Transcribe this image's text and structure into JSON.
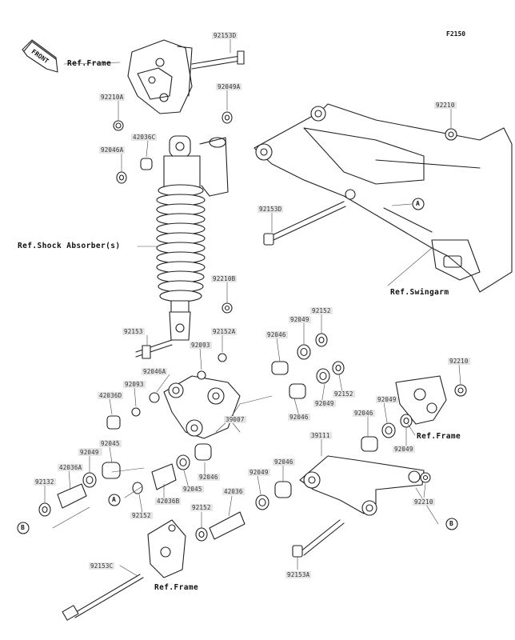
{
  "diagram_code": "F2150",
  "front_label": "FRONT",
  "refs": {
    "frame_top": "Ref.Frame",
    "shock": "Ref.Shock Absorber(s)",
    "swingarm": "Ref.Swingarm",
    "frame_right": "Ref.Frame",
    "frame_bottom": "Ref.Frame"
  },
  "callouts": {
    "A_swing": "A",
    "A_left": "A",
    "B_left": "B",
    "B_right": "B"
  },
  "parts": [
    "92153D",
    "92049A",
    "92210A",
    "42036C",
    "92046A",
    "92210",
    "92153D",
    "92210B",
    "92049",
    "92152",
    "92153",
    "92152A",
    "92046",
    "92093",
    "92046A",
    "92093",
    "42036D",
    "92210",
    "92049",
    "92152",
    "92049",
    "92046",
    "39007",
    "92046",
    "92049",
    "92152",
    "92045",
    "92049",
    "42036A",
    "92132",
    "92046",
    "42036B",
    "92045",
    "92049",
    "92046",
    "92210",
    "92152",
    "42036",
    "39111",
    "92152",
    "92153C",
    "92153A"
  ]
}
